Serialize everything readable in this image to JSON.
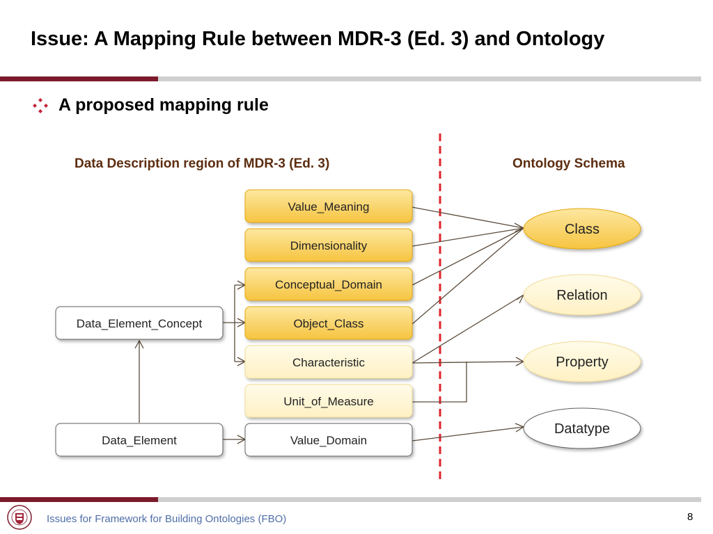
{
  "title": "Issue: A Mapping Rule between MDR-3 (Ed. 3) and Ontology",
  "bullet": "A proposed mapping rule",
  "left_region_label": "Data Description region of MDR-3 (Ed. 3)",
  "right_region_label": "Ontology Schema",
  "mdr_boxes": {
    "value_meaning": "Value_Meaning",
    "dimensionality": "Dimensionality",
    "conceptual_domain": "Conceptual_Domain",
    "object_class": "Object_Class",
    "characteristic": "Characteristic",
    "unit_of_measure": "Unit_of_Measure",
    "value_domain": "Value_Domain",
    "data_element_concept": "Data_Element_Concept",
    "data_element": "Data_Element"
  },
  "ontology_nodes": {
    "class": "Class",
    "relation": "Relation",
    "property": "Property",
    "datatype": "Datatype"
  },
  "colors": {
    "title_rule_dark": "#7b1a2b",
    "title_rule_light": "#cfcfcf",
    "gold": "#f6c440",
    "cream": "#fff5cf",
    "label_brown": "#5c2d10",
    "divider_red": "#e0232b",
    "footer_blue": "#4f6ea8"
  },
  "footer": {
    "text": "Issues for Framework for Building Ontologies (FBO)",
    "page": "8",
    "seal_text_top": "LIBERTAS IUSTITIA",
    "seal_text_bottom": "VERITAS"
  }
}
